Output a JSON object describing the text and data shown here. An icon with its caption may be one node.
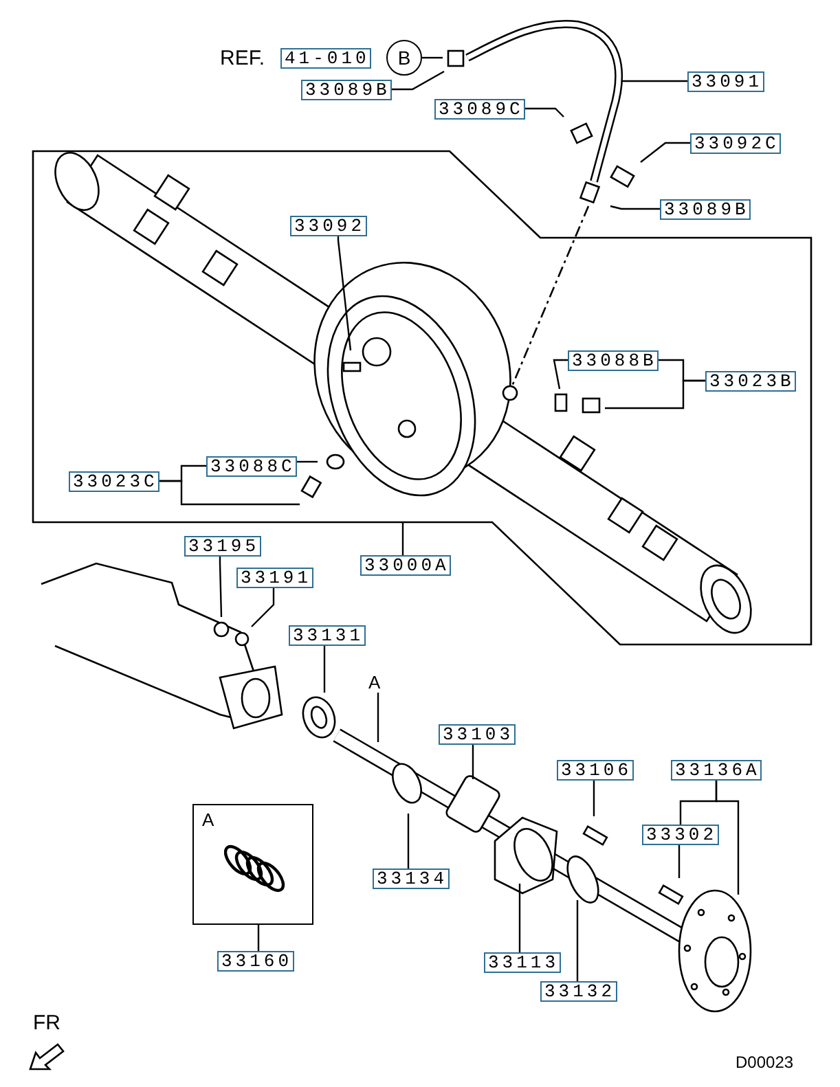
{
  "diagram": {
    "nodes": [
      {
        "text": [
          "B"
        ]
      },
      {
        "text": [
          "33091"
        ]
      },
      {
        "text": [
          "33089B"
        ]
      },
      {
        "text": [
          "33089C"
        ]
      },
      {
        "text": [
          "33092C"
        ]
      },
      {
        "text": [
          "33089B"
        ]
      },
      {
        "text": [
          "33092"
        ]
      },
      {
        "text": [
          "33088B"
        ]
      },
      {
        "text": [
          "33023B"
        ]
      },
      {
        "text": [
          "33088C"
        ]
      },
      {
        "text": [
          "33023C"
        ]
      },
      {
        "text": [
          "33195"
        ]
      },
      {
        "text": [
          "33000A"
        ]
      },
      {
        "text": [
          "33191"
        ]
      },
      {
        "text": [
          "33131"
        ]
      },
      {
        "text": [
          "A"
        ]
      },
      {
        "text": [
          "33103"
        ]
      },
      {
        "text": [
          "33106"
        ]
      },
      {
        "text": [
          "33136A"
        ]
      },
      {
        "text": [
          "33302"
        ]
      },
      {
        "text": [
          "A"
        ]
      },
      {
        "text": [
          "33134"
        ]
      },
      {
        "text": [
          "33113"
        ]
      },
      {
        "text": [
          "33160"
        ]
      },
      {
        "text": [
          "33132"
        ]
      },
      {
        "text": [
          "41-010"
        ]
      }
    ],
    "edges": [
      {
        "from": 0,
        "to": null,
        "arrow": "none"
      },
      {
        "from": 1,
        "to": null,
        "arrow": "none"
      },
      {
        "from": 2,
        "to": null,
        "arrow": "none"
      },
      {
        "from": 3,
        "to": null,
        "arrow": "none"
      },
      {
        "from": 4,
        "to": null,
        "arrow": "none"
      },
      {
        "from": 5,
        "to": null,
        "arrow": "none"
      },
      {
        "from": 6,
        "to": null,
        "arrow": "none"
      },
      {
        "from": 8,
        "to": 7,
        "arrow": "none"
      },
      {
        "from": 8,
        "to": null,
        "arrow": "none"
      },
      {
        "from": 7,
        "to": null,
        "arrow": "none"
      },
      {
        "from": 10,
        "to": 9,
        "arrow": "none"
      },
      {
        "from": 10,
        "to": null,
        "arrow": "none"
      },
      {
        "from": 9,
        "to": null,
        "arrow": "none"
      },
      {
        "from": 11,
        "to": null,
        "arrow": "none"
      },
      {
        "from": 12,
        "to": null,
        "arrow": "none"
      },
      {
        "from": 13,
        "to": null,
        "arrow": "none"
      },
      {
        "from": 14,
        "to": null,
        "arrow": "none"
      },
      {
        "from": 15,
        "to": null,
        "arrow": "none"
      },
      {
        "from": 16,
        "to": null,
        "arrow": "none"
      },
      {
        "from": 17,
        "to": null,
        "arrow": "none"
      },
      {
        "from": 18,
        "to": 19,
        "arrow": "none"
      },
      {
        "from": 18,
        "to": null,
        "arrow": "none"
      },
      {
        "from": 19,
        "to": null,
        "arrow": "none"
      },
      {
        "from": 21,
        "to": null,
        "arrow": "none"
      },
      {
        "from": 22,
        "to": null,
        "arrow": "none"
      },
      {
        "from": 24,
        "to": null,
        "arrow": "none"
      },
      {
        "from": 23,
        "to": 20,
        "arrow": "none"
      }
    ],
    "labels": [
      "REF.",
      "FR",
      "D00023"
    ]
  }
}
